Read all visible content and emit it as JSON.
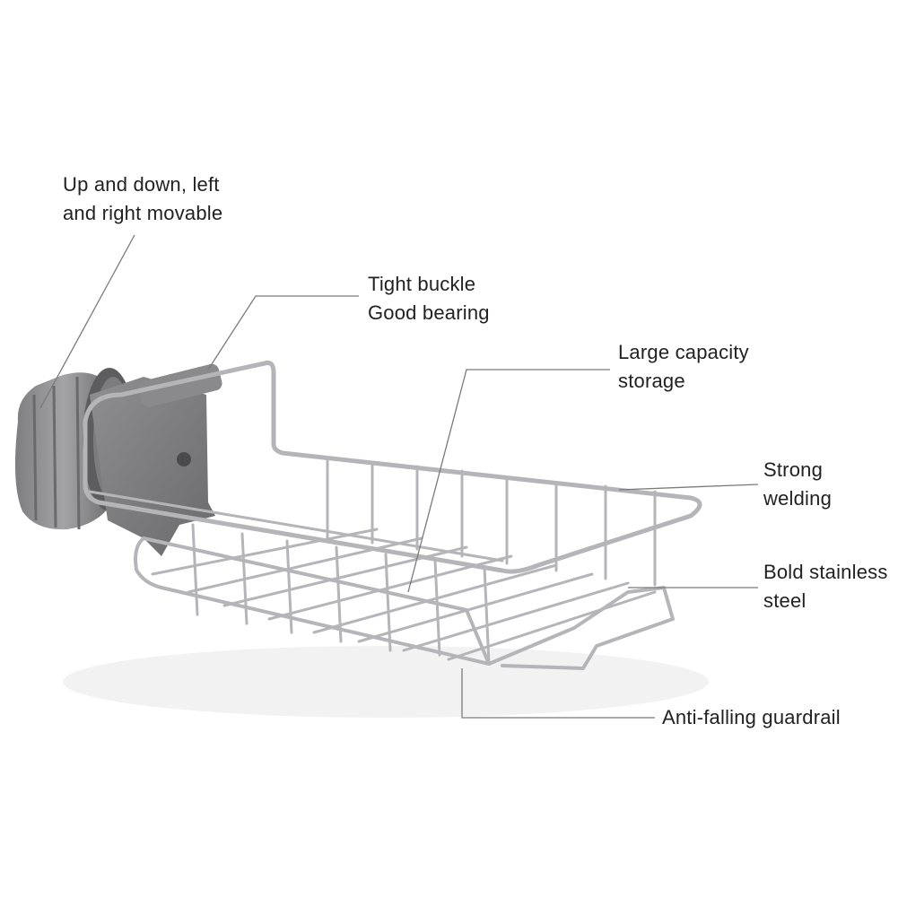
{
  "annotations": {
    "movable": {
      "line1": "Up and down, left",
      "line2": "and right movable"
    },
    "buckle": {
      "line1": "Tight buckle",
      "line2": "Good bearing"
    },
    "capacity": {
      "line1": "Large capacity",
      "line2": "storage"
    },
    "welding": {
      "line1": "Strong",
      "line2": "welding"
    },
    "steel": {
      "line1": "Bold stainless",
      "line2": "steel"
    },
    "guardrail": {
      "line1": "Anti-falling guardrail"
    }
  },
  "colors": {
    "background": "#ffffff",
    "text": "#222222",
    "leader_line": "#7a7a7a",
    "plastic_gray": "#8d8d8d",
    "steel": "#b9b9bd"
  },
  "illustration": "stainless-steel-faucet-sponge-rack"
}
